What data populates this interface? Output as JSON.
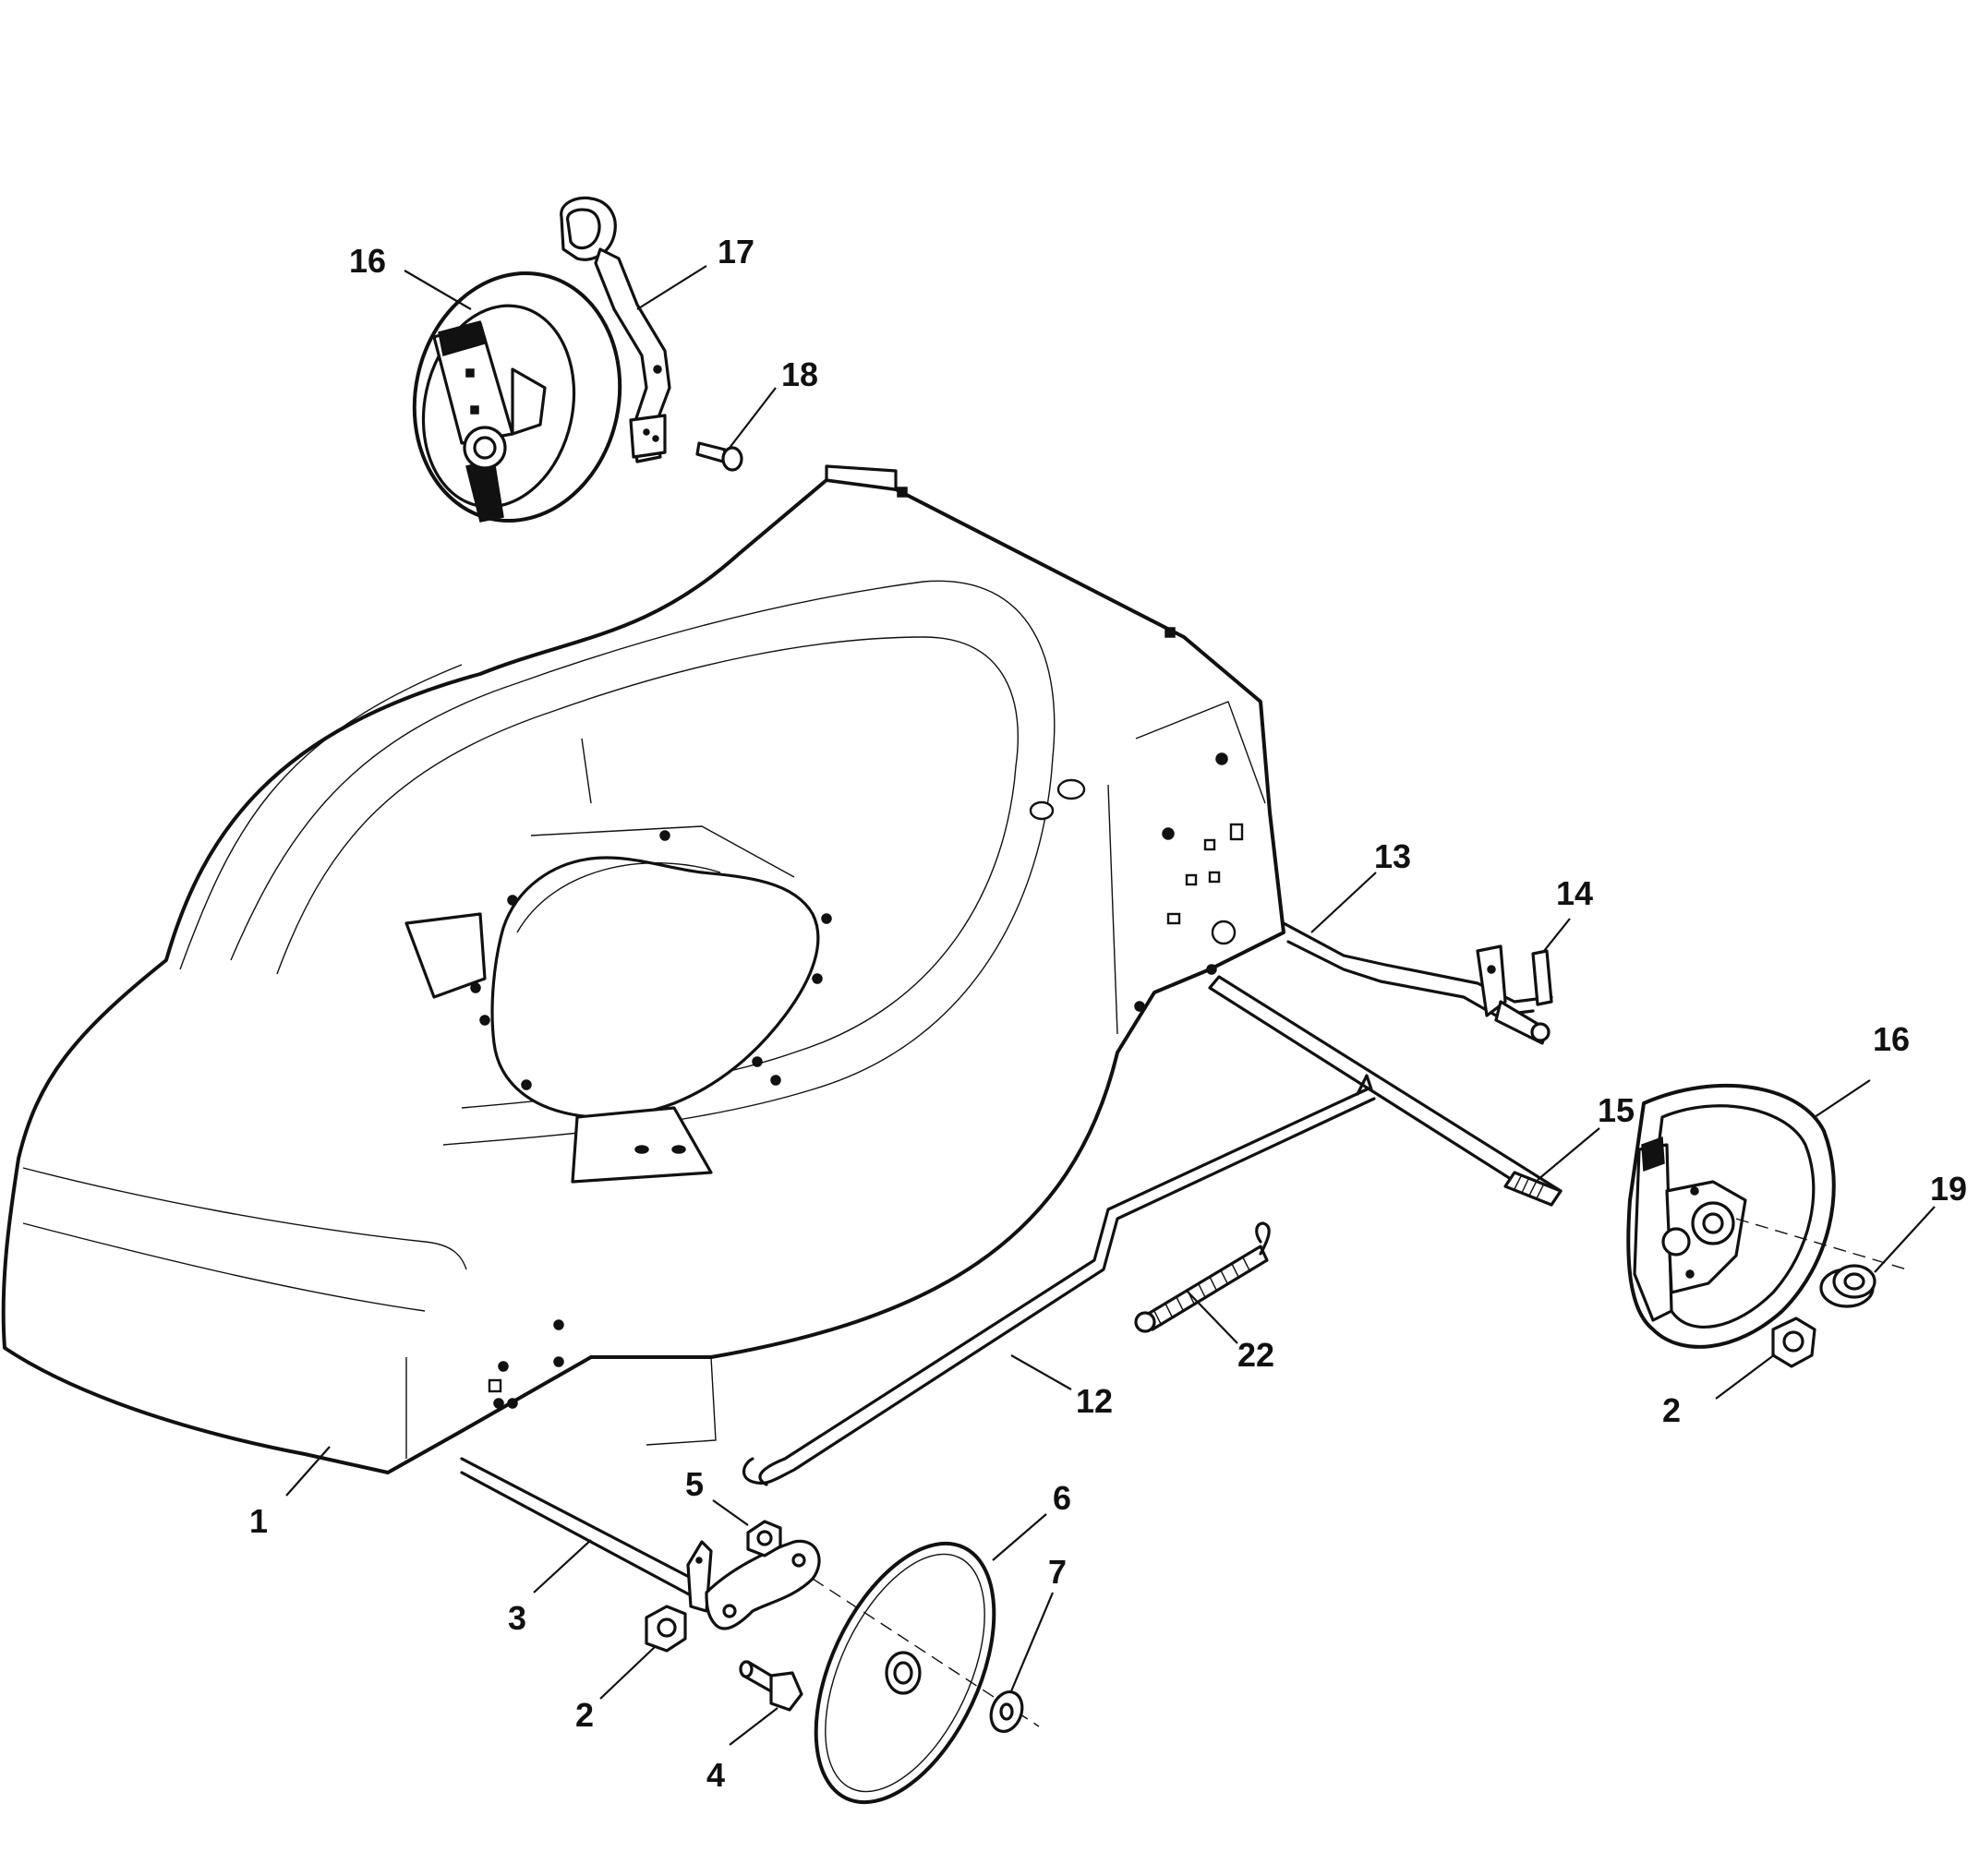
{
  "callouts": [
    {
      "id": "c1",
      "label": "1"
    },
    {
      "id": "c2a",
      "label": "2"
    },
    {
      "id": "c2b",
      "label": "2"
    },
    {
      "id": "c3",
      "label": "3"
    },
    {
      "id": "c4",
      "label": "4"
    },
    {
      "id": "c5",
      "label": "5"
    },
    {
      "id": "c6",
      "label": "6"
    },
    {
      "id": "c7",
      "label": "7"
    },
    {
      "id": "c12",
      "label": "12"
    },
    {
      "id": "c13",
      "label": "13"
    },
    {
      "id": "c14",
      "label": "14"
    },
    {
      "id": "c15",
      "label": "15"
    },
    {
      "id": "c16a",
      "label": "16"
    },
    {
      "id": "c16b",
      "label": "16"
    },
    {
      "id": "c17",
      "label": "17"
    },
    {
      "id": "c18",
      "label": "18"
    },
    {
      "id": "c19",
      "label": "19"
    },
    {
      "id": "c22",
      "label": "22"
    }
  ],
  "colors": {
    "line": "#111111",
    "background": "#ffffff"
  }
}
